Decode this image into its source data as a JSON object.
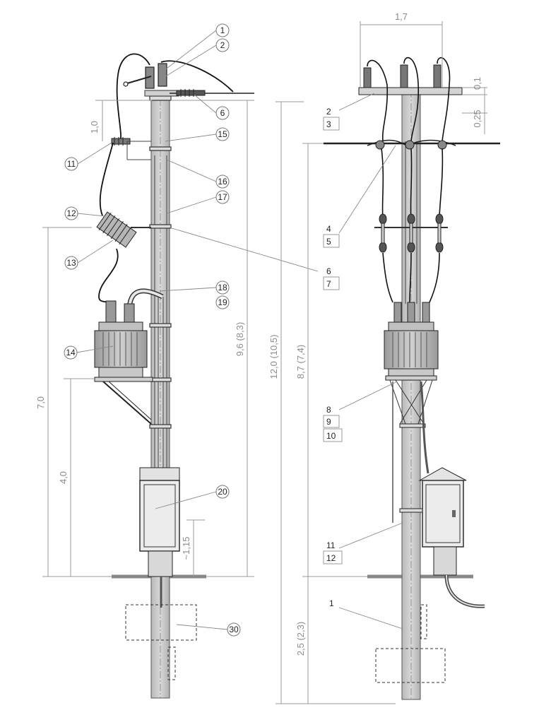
{
  "diagram": {
    "left_view": {
      "labels": [
        {
          "id": "l1",
          "text": "1"
        },
        {
          "id": "l2",
          "text": "2"
        },
        {
          "id": "l6",
          "text": "6"
        },
        {
          "id": "l15",
          "text": "15"
        },
        {
          "id": "l16",
          "text": "16"
        },
        {
          "id": "l17",
          "text": "17"
        },
        {
          "id": "l11",
          "text": "11"
        },
        {
          "id": "l12",
          "text": "12"
        },
        {
          "id": "l13",
          "text": "13"
        },
        {
          "id": "l18",
          "text": "18"
        },
        {
          "id": "l19",
          "text": "19"
        },
        {
          "id": "l14",
          "text": "14"
        },
        {
          "id": "l20",
          "text": "20"
        },
        {
          "id": "l30",
          "text": "30"
        }
      ],
      "dimensions": {
        "d_1_0": "1,0",
        "d_7_0": "7,0",
        "d_4_0": "4,0",
        "d_1_15": "~1,15",
        "d_9_6": "9,6 (8,3)"
      }
    },
    "right_view": {
      "labels": [
        {
          "id": "r2",
          "text": "2"
        },
        {
          "id": "r3",
          "text": "3"
        },
        {
          "id": "r4",
          "text": "4"
        },
        {
          "id": "r5",
          "text": "5"
        },
        {
          "id": "r6",
          "text": "6"
        },
        {
          "id": "r7",
          "text": "7"
        },
        {
          "id": "r8",
          "text": "8"
        },
        {
          "id": "r9",
          "text": "9"
        },
        {
          "id": "r10",
          "text": "10"
        },
        {
          "id": "r11",
          "text": "11"
        },
        {
          "id": "r12",
          "text": "12"
        },
        {
          "id": "r1",
          "text": "1"
        }
      ],
      "dimensions": {
        "d_1_7": "1,7",
        "d_0_1": "0,1",
        "d_0_25": "0,25",
        "d_12_0": "12,0 (10,5)",
        "d_8_7": "8,7 (7,4)",
        "d_2_5": "2,5 (2,3)"
      }
    }
  }
}
